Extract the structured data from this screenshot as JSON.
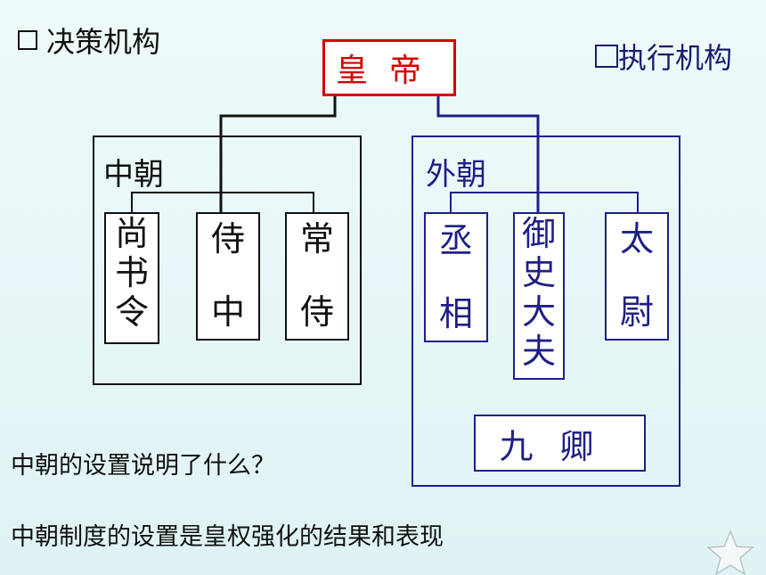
{
  "legend_left": "决策机构",
  "legend_right": "执行机构",
  "emperor": "皇帝",
  "inner_court": {
    "title": "中朝",
    "offices": [
      {
        "chars": [
          "尚",
          "书",
          "令"
        ]
      },
      {
        "chars": [
          "侍",
          "",
          "中"
        ]
      },
      {
        "chars": [
          "常",
          "",
          "侍"
        ]
      }
    ]
  },
  "outer_court": {
    "title": "外朝",
    "offices": [
      {
        "chars": [
          "丞",
          "",
          "相"
        ]
      },
      {
        "chars": [
          "御",
          "史",
          "大",
          "夫"
        ]
      },
      {
        "chars": [
          "太",
          "",
          "尉"
        ]
      }
    ],
    "nine_ministers": "九卿"
  },
  "question": "中朝的设置说明了什么？",
  "answer": "中朝制度的设置是皇权强化的结果和表现",
  "colors": {
    "emperor": "#d40000",
    "outer": "#1f1f86",
    "inner": "#111111"
  }
}
